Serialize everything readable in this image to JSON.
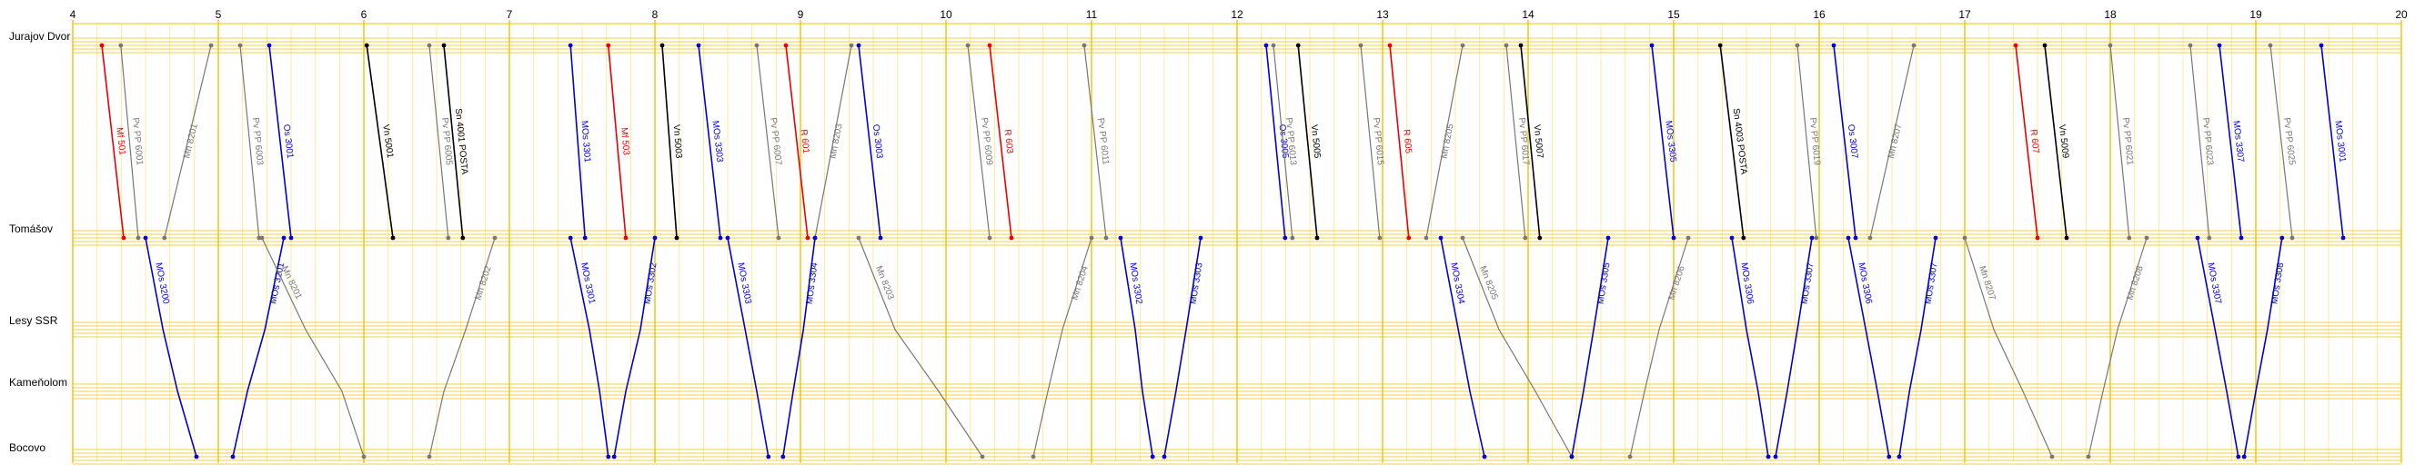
{
  "chart_data": {
    "type": "line",
    "x_axis": {
      "ticks": [
        "4",
        "5",
        "6",
        "7",
        "8",
        "9",
        "10",
        "11",
        "12",
        "13",
        "14",
        "15",
        "16",
        "17",
        "18",
        "19",
        "20"
      ],
      "range": [
        4,
        20
      ]
    },
    "stations": [
      {
        "name": "Jurajov Dvor",
        "km": 0
      },
      {
        "name": "Tomášov",
        "km": 10
      },
      {
        "name": "Lesy SSR",
        "km": 15
      },
      {
        "name": "Kameňolom",
        "km": 18
      },
      {
        "name": "Bocovo",
        "km": 21
      }
    ],
    "colors": {
      "grid_major": "#f5c000",
      "grid_minor": "#ffe68a",
      "blue": "#0000dd",
      "red": "#ee0000",
      "black": "#000000",
      "gray": "#777777"
    },
    "series": [
      {
        "name": "Mf 501",
        "color": "red",
        "points": [
          [
            4.2,
            0
          ],
          [
            4.35,
            10
          ]
        ]
      },
      {
        "name": "Pv PP 6001",
        "color": "gray",
        "points": [
          [
            4.33,
            0
          ],
          [
            4.45,
            10
          ]
        ]
      },
      {
        "name": "Mn 8201",
        "color": "gray",
        "points": [
          [
            4.63,
            10
          ],
          [
            4.95,
            0
          ]
        ]
      },
      {
        "name": "Pv PP 6003",
        "color": "gray",
        "points": [
          [
            5.15,
            0
          ],
          [
            5.28,
            10
          ]
        ]
      },
      {
        "name": "Os 3001",
        "color": "blue",
        "points": [
          [
            5.35,
            0
          ],
          [
            5.5,
            10
          ]
        ]
      },
      {
        "name": "Vn 5001",
        "color": "black",
        "points": [
          [
            6.02,
            0
          ],
          [
            6.2,
            10
          ]
        ]
      },
      {
        "name": "Pv PP 6005",
        "color": "gray",
        "points": [
          [
            6.45,
            0
          ],
          [
            6.58,
            10
          ]
        ]
      },
      {
        "name": "Sn 4001 POSTA",
        "color": "black",
        "points": [
          [
            6.55,
            0
          ],
          [
            6.68,
            10
          ]
        ]
      },
      {
        "name": "MOs 3301",
        "color": "blue",
        "points": [
          [
            7.42,
            0
          ],
          [
            7.52,
            10
          ]
        ]
      },
      {
        "name": "Mf 503",
        "color": "red",
        "points": [
          [
            7.68,
            0
          ],
          [
            7.8,
            10
          ]
        ]
      },
      {
        "name": "Vn 5003",
        "color": "black",
        "points": [
          [
            8.05,
            0
          ],
          [
            8.15,
            10
          ]
        ]
      },
      {
        "name": "MOs 3303",
        "color": "blue",
        "points": [
          [
            8.3,
            0
          ],
          [
            8.45,
            10
          ]
        ]
      },
      {
        "name": "Pv PP 6007",
        "color": "gray",
        "points": [
          [
            8.7,
            0
          ],
          [
            8.85,
            10
          ]
        ]
      },
      {
        "name": "R 601",
        "color": "red",
        "points": [
          [
            8.9,
            0
          ],
          [
            9.05,
            10
          ]
        ]
      },
      {
        "name": "Mn 8203",
        "color": "gray",
        "points": [
          [
            9.1,
            10
          ],
          [
            9.35,
            0
          ]
        ]
      },
      {
        "name": "Os 3003",
        "color": "blue",
        "points": [
          [
            9.4,
            0
          ],
          [
            9.55,
            10
          ]
        ]
      },
      {
        "name": "Pv PP 6009",
        "color": "gray",
        "points": [
          [
            10.15,
            0
          ],
          [
            10.3,
            10
          ]
        ]
      },
      {
        "name": "R 603",
        "color": "red",
        "points": [
          [
            10.3,
            0
          ],
          [
            10.45,
            10
          ]
        ]
      },
      {
        "name": "Pv PP 6011",
        "color": "gray",
        "points": [
          [
            10.95,
            0
          ],
          [
            11.1,
            10
          ]
        ]
      },
      {
        "name": "Os 3005",
        "color": "blue",
        "points": [
          [
            12.2,
            0
          ],
          [
            12.33,
            10
          ]
        ]
      },
      {
        "name": "Pv PP 6013",
        "color": "gray",
        "points": [
          [
            12.25,
            0
          ],
          [
            12.38,
            10
          ]
        ]
      },
      {
        "name": "Vn 5005",
        "color": "black",
        "points": [
          [
            12.42,
            0
          ],
          [
            12.55,
            10
          ]
        ]
      },
      {
        "name": "Pv PP 6015",
        "color": "gray",
        "points": [
          [
            12.85,
            0
          ],
          [
            12.98,
            10
          ]
        ]
      },
      {
        "name": "R 605",
        "color": "red",
        "points": [
          [
            13.05,
            0
          ],
          [
            13.18,
            10
          ]
        ]
      },
      {
        "name": "Mn 8205",
        "color": "gray",
        "points": [
          [
            13.3,
            10
          ],
          [
            13.55,
            0
          ]
        ]
      },
      {
        "name": "Pv PP 6017",
        "color": "gray",
        "points": [
          [
            13.85,
            0
          ],
          [
            13.98,
            10
          ]
        ]
      },
      {
        "name": "Vn 5007",
        "color": "black",
        "points": [
          [
            13.95,
            0
          ],
          [
            14.08,
            10
          ]
        ]
      },
      {
        "name": "MOs 3305",
        "color": "blue",
        "points": [
          [
            14.85,
            0
          ],
          [
            15.0,
            10
          ]
        ]
      },
      {
        "name": "Sn 4003 POSTA",
        "color": "black",
        "points": [
          [
            15.32,
            0
          ],
          [
            15.48,
            10
          ]
        ]
      },
      {
        "name": "Pv PP 6019",
        "color": "gray",
        "points": [
          [
            15.85,
            0
          ],
          [
            15.98,
            10
          ]
        ]
      },
      {
        "name": "Os 3007",
        "color": "blue",
        "points": [
          [
            16.1,
            0
          ],
          [
            16.25,
            10
          ]
        ]
      },
      {
        "name": "Mn 8207",
        "color": "gray",
        "points": [
          [
            16.35,
            10
          ],
          [
            16.65,
            0
          ]
        ]
      },
      {
        "name": "R 607",
        "color": "red",
        "points": [
          [
            17.35,
            0
          ],
          [
            17.5,
            10
          ]
        ]
      },
      {
        "name": "Vn 5009",
        "color": "black",
        "points": [
          [
            17.55,
            0
          ],
          [
            17.7,
            10
          ]
        ]
      },
      {
        "name": "Pv PP 6021",
        "color": "gray",
        "points": [
          [
            18.0,
            0
          ],
          [
            18.13,
            10
          ]
        ]
      },
      {
        "name": "Pv PP 6023",
        "color": "gray",
        "points": [
          [
            18.55,
            0
          ],
          [
            18.68,
            10
          ]
        ]
      },
      {
        "name": "MOs 3307",
        "color": "blue",
        "points": [
          [
            18.75,
            0
          ],
          [
            18.9,
            10
          ]
        ]
      },
      {
        "name": "Pv PP 6025",
        "color": "gray",
        "points": [
          [
            19.1,
            0
          ],
          [
            19.25,
            10
          ]
        ]
      },
      {
        "name": "MOs 3001",
        "color": "blue",
        "points": [
          [
            19.45,
            0
          ],
          [
            19.6,
            10
          ]
        ]
      },
      {
        "name": "MOs 3200",
        "color": "blue",
        "points": [
          [
            4.5,
            10
          ],
          [
            4.62,
            15
          ],
          [
            4.72,
            18
          ],
          [
            4.85,
            21
          ]
        ]
      },
      {
        "name": "MOs 3201",
        "color": "blue",
        "points": [
          [
            5.1,
            21
          ],
          [
            5.2,
            18
          ],
          [
            5.32,
            15
          ],
          [
            5.45,
            10
          ]
        ]
      },
      {
        "name": "Mn 8201",
        "color": "gray",
        "points": [
          [
            5.3,
            10
          ],
          [
            5.6,
            15
          ],
          [
            5.85,
            18
          ],
          [
            6.0,
            21
          ]
        ]
      },
      {
        "name": "Mn 8202",
        "color": "gray",
        "points": [
          [
            6.45,
            21
          ],
          [
            6.55,
            18
          ],
          [
            6.7,
            15
          ],
          [
            6.9,
            10
          ]
        ]
      },
      {
        "name": "MOs 3301",
        "color": "blue",
        "points": [
          [
            7.42,
            10
          ],
          [
            7.55,
            15
          ],
          [
            7.62,
            18
          ],
          [
            7.68,
            21
          ]
        ]
      },
      {
        "name": "MOs 3302",
        "color": "blue",
        "points": [
          [
            7.72,
            21
          ],
          [
            7.8,
            18
          ],
          [
            7.9,
            15
          ],
          [
            8.0,
            10
          ]
        ]
      },
      {
        "name": "MOs 3303",
        "color": "blue",
        "points": [
          [
            8.5,
            10
          ],
          [
            8.62,
            15
          ],
          [
            8.7,
            18
          ],
          [
            8.78,
            21
          ]
        ]
      },
      {
        "name": "MOs 3304",
        "color": "blue",
        "points": [
          [
            8.88,
            21
          ],
          [
            8.95,
            18
          ],
          [
            9.02,
            15
          ],
          [
            9.1,
            10
          ]
        ]
      },
      {
        "name": "Mn 8203",
        "color": "gray",
        "points": [
          [
            9.4,
            10
          ],
          [
            9.65,
            15
          ],
          [
            9.95,
            18
          ],
          [
            10.25,
            21
          ]
        ]
      },
      {
        "name": "Mn 8204",
        "color": "gray",
        "points": [
          [
            10.6,
            21
          ],
          [
            10.7,
            18
          ],
          [
            10.8,
            15
          ],
          [
            11.0,
            10
          ]
        ]
      },
      {
        "name": "MOs 3302",
        "color": "blue",
        "points": [
          [
            11.2,
            10
          ],
          [
            11.3,
            15
          ],
          [
            11.35,
            18
          ],
          [
            11.42,
            21
          ]
        ]
      },
      {
        "name": "MOs 3303",
        "color": "blue",
        "points": [
          [
            11.5,
            21
          ],
          [
            11.58,
            18
          ],
          [
            11.65,
            15
          ],
          [
            11.75,
            10
          ]
        ]
      },
      {
        "name": "MOs 3304",
        "color": "blue",
        "points": [
          [
            13.4,
            10
          ],
          [
            13.52,
            15
          ],
          [
            13.6,
            18
          ],
          [
            13.7,
            21
          ]
        ]
      },
      {
        "name": "Mn 8205",
        "color": "gray",
        "points": [
          [
            13.55,
            10
          ],
          [
            13.8,
            15
          ],
          [
            14.05,
            18
          ],
          [
            14.3,
            21
          ]
        ]
      },
      {
        "name": "MOs 3305",
        "color": "blue",
        "points": [
          [
            14.3,
            21
          ],
          [
            14.38,
            18
          ],
          [
            14.45,
            15
          ],
          [
            14.55,
            10
          ]
        ]
      },
      {
        "name": "Mn 8206",
        "color": "gray",
        "points": [
          [
            14.7,
            21
          ],
          [
            14.8,
            18
          ],
          [
            14.9,
            15
          ],
          [
            15.1,
            10
          ]
        ]
      },
      {
        "name": "MOs 3306",
        "color": "blue",
        "points": [
          [
            15.4,
            10
          ],
          [
            15.5,
            15
          ],
          [
            15.58,
            18
          ],
          [
            15.65,
            21
          ]
        ]
      },
      {
        "name": "MOs 3307",
        "color": "blue",
        "points": [
          [
            15.7,
            21
          ],
          [
            15.78,
            18
          ],
          [
            15.85,
            15
          ],
          [
            15.95,
            10
          ]
        ]
      },
      {
        "name": "MOs 3306",
        "color": "blue",
        "points": [
          [
            16.2,
            10
          ],
          [
            16.32,
            15
          ],
          [
            16.4,
            18
          ],
          [
            16.48,
            21
          ]
        ]
      },
      {
        "name": "MOs 3307",
        "color": "blue",
        "points": [
          [
            16.55,
            21
          ],
          [
            16.62,
            18
          ],
          [
            16.7,
            15
          ],
          [
            16.8,
            10
          ]
        ]
      },
      {
        "name": "Mn 8207",
        "color": "gray",
        "points": [
          [
            17.0,
            10
          ],
          [
            17.2,
            15
          ],
          [
            17.4,
            18
          ],
          [
            17.6,
            21
          ]
        ]
      },
      {
        "name": "Mn 8208",
        "color": "gray",
        "points": [
          [
            17.85,
            21
          ],
          [
            17.95,
            18
          ],
          [
            18.05,
            15
          ],
          [
            18.25,
            10
          ]
        ]
      },
      {
        "name": "MOs 3307",
        "color": "blue",
        "points": [
          [
            18.6,
            10
          ],
          [
            18.72,
            15
          ],
          [
            18.8,
            18
          ],
          [
            18.88,
            21
          ]
        ]
      },
      {
        "name": "MOs 3308",
        "color": "blue",
        "points": [
          [
            18.92,
            21
          ],
          [
            19.0,
            18
          ],
          [
            19.08,
            15
          ],
          [
            19.18,
            10
          ]
        ]
      }
    ]
  }
}
